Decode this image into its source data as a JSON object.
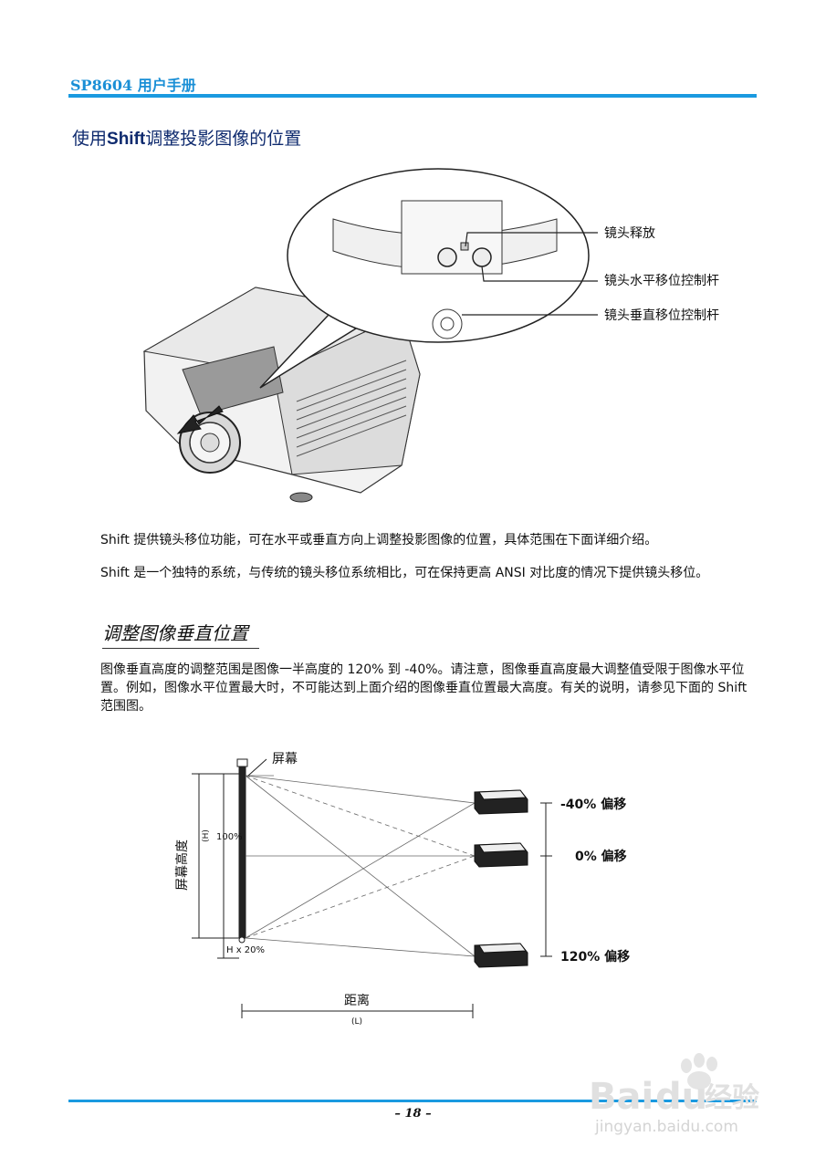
{
  "header": {
    "title": "SP8604 用户手册"
  },
  "section": {
    "title_prefix": "使用",
    "title_bold": "Shift",
    "title_suffix": "调整投影图像的位置"
  },
  "figure1": {
    "callouts": [
      "镜头释放",
      "镜头水平移位控制杆",
      "镜头垂直移位控制杆"
    ]
  },
  "paragraphs": {
    "p1": "Shift 提供镜头移位功能，可在水平或垂直方向上调整投影图像的位置，具体范围在下面详细介绍。",
    "p2": "Shift 是一个独特的系统，与传统的镜头移位系统相比，可在保持更高 ANSI 对比度的情况下提供镜头移位。",
    "p3": "图像垂直高度的调整范围是图像一半高度的 120% 到 -40%。请注意，图像垂直高度最大调整值受限于图像水平位置。例如，图像水平位置最大时，不可能达到上面介绍的图像垂直位置最大高度。有关的说明，请参见下面的 Shift 范围图。"
  },
  "subsection": {
    "title": "调整图像垂直位置"
  },
  "figure2": {
    "screen_label": "屏幕",
    "screen_height_label": "屏幕高度",
    "h_label": "(H)",
    "percent_100": "100%",
    "h_offset_label": "H x 20%",
    "distance_label": "距离",
    "l_label": "(L)",
    "offsets": [
      "-40% 偏移",
      "0% 偏移",
      "120% 偏移"
    ]
  },
  "footer": {
    "page_number": "– 18 –"
  },
  "watermark": {
    "brand": "Bai",
    "brand2": "du",
    "brand_cn": "经验",
    "url": "jingyan.baidu.com"
  }
}
